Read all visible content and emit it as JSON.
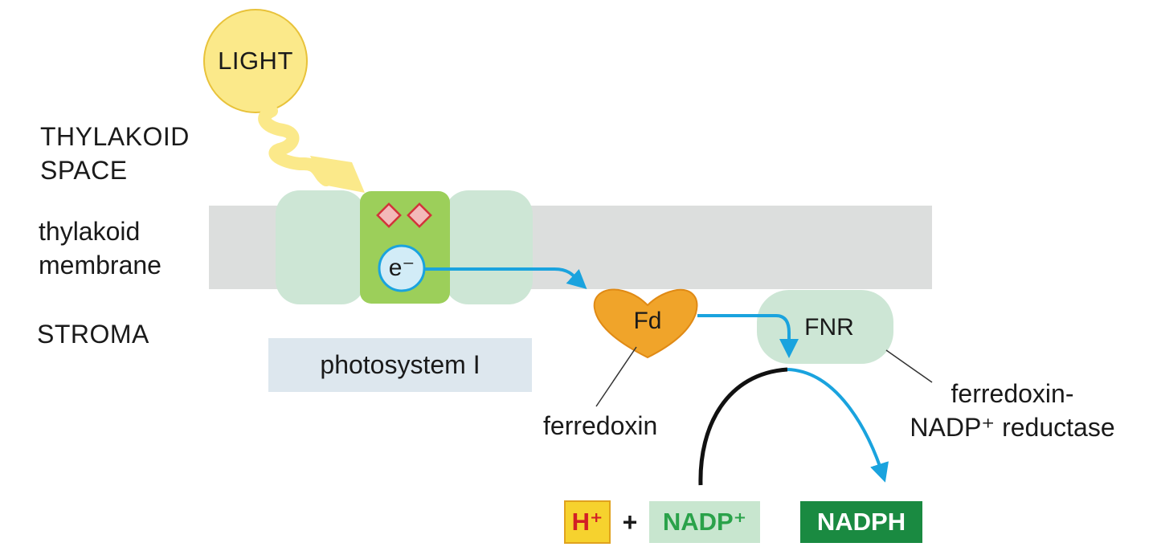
{
  "light": {
    "label": "LIGHT",
    "color": "#fbe98a"
  },
  "regions": {
    "thylakoid_space": [
      "THYLAKOID",
      "SPACE"
    ],
    "membrane": [
      "thylakoid",
      "membrane"
    ],
    "stroma": "STROMA"
  },
  "photosystem": {
    "label": "photosystem I",
    "electron": "e⁻"
  },
  "ferredoxin": {
    "short": "Fd",
    "label": "ferredoxin",
    "color": "#f0a42a"
  },
  "fnr": {
    "short": "FNR",
    "label": [
      "ferredoxin-",
      "NADP⁺ reductase"
    ]
  },
  "reaction": {
    "hplus": "H⁺",
    "plus": "+",
    "nadp": "NADP⁺",
    "product": "NADPH"
  },
  "colors": {
    "membrane": "#dcdedd",
    "photosystem_side": "#cde6d5",
    "photosystem_center": "#9ccf5a",
    "electron_arrow": "#1aa3de",
    "nadph_fill": "#1a8a41",
    "nadp_fill": "#c8e6cf",
    "hplus_fill": "#f6d22e",
    "hplus_text": "#d21f25"
  }
}
